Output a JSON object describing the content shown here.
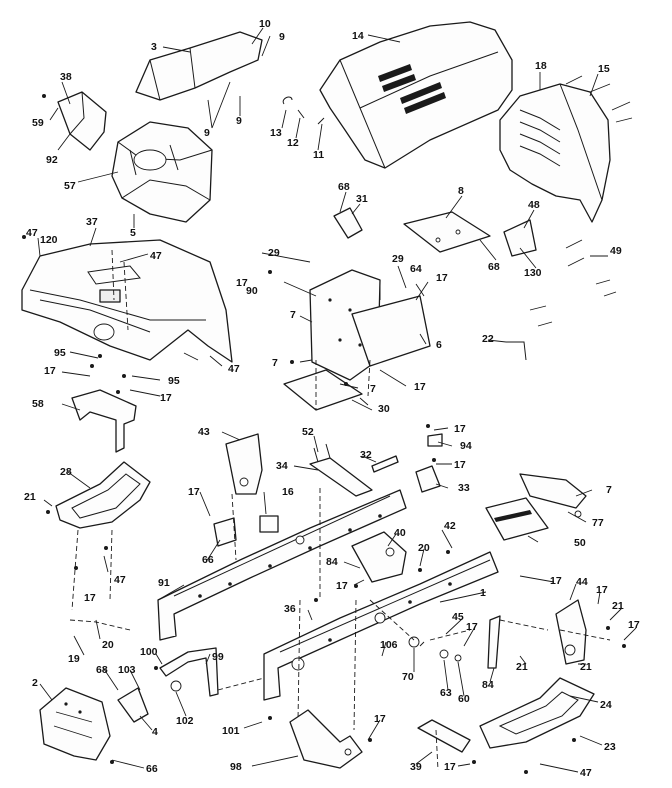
{
  "callouts": [
    {
      "id": "c3",
      "text": "3"
    },
    {
      "id": "c10",
      "text": "10"
    },
    {
      "id": "c9a",
      "text": "9"
    },
    {
      "id": "c9b",
      "text": "9"
    },
    {
      "id": "c9c",
      "text": "9"
    },
    {
      "id": "c14",
      "text": "14"
    },
    {
      "id": "c18",
      "text": "18"
    },
    {
      "id": "c15",
      "text": "15"
    },
    {
      "id": "c38",
      "text": "38"
    },
    {
      "id": "c59",
      "text": "59"
    },
    {
      "id": "c92",
      "text": "92"
    },
    {
      "id": "c57",
      "text": "57"
    },
    {
      "id": "c5",
      "text": "5"
    },
    {
      "id": "c13",
      "text": "13"
    },
    {
      "id": "c12",
      "text": "12"
    },
    {
      "id": "c11",
      "text": "11"
    },
    {
      "id": "c68a",
      "text": "68"
    },
    {
      "id": "c31",
      "text": "31"
    },
    {
      "id": "c8",
      "text": "8"
    },
    {
      "id": "c48",
      "text": "48"
    },
    {
      "id": "c130",
      "text": "130"
    },
    {
      "id": "c49",
      "text": "49"
    },
    {
      "id": "c68b",
      "text": "68"
    },
    {
      "id": "c47a",
      "text": "47"
    },
    {
      "id": "c120",
      "text": "120"
    },
    {
      "id": "c37",
      "text": "37"
    },
    {
      "id": "c47b",
      "text": "47"
    },
    {
      "id": "c29a",
      "text": "29"
    },
    {
      "id": "c29b",
      "text": "29"
    },
    {
      "id": "c64",
      "text": "64"
    },
    {
      "id": "c17a",
      "text": "17"
    },
    {
      "id": "c17b",
      "text": "17"
    },
    {
      "id": "c90",
      "text": "90"
    },
    {
      "id": "c7a",
      "text": "7"
    },
    {
      "id": "c6",
      "text": "6"
    },
    {
      "id": "c22",
      "text": "22"
    },
    {
      "id": "c95a",
      "text": "95"
    },
    {
      "id": "c17c",
      "text": "17"
    },
    {
      "id": "c95b",
      "text": "95"
    },
    {
      "id": "c47c",
      "text": "47"
    },
    {
      "id": "c7b",
      "text": "7"
    },
    {
      "id": "c7c",
      "text": "7"
    },
    {
      "id": "c17d",
      "text": "17"
    },
    {
      "id": "c17e",
      "text": "17"
    },
    {
      "id": "c58",
      "text": "58"
    },
    {
      "id": "c30",
      "text": "30"
    },
    {
      "id": "c43",
      "text": "43"
    },
    {
      "id": "c52",
      "text": "52"
    },
    {
      "id": "c32",
      "text": "32"
    },
    {
      "id": "c17f",
      "text": "17"
    },
    {
      "id": "c94",
      "text": "94"
    },
    {
      "id": "c34",
      "text": "34"
    },
    {
      "id": "c17g",
      "text": "17"
    },
    {
      "id": "c28",
      "text": "28"
    },
    {
      "id": "c33",
      "text": "33"
    },
    {
      "id": "c7d",
      "text": "7"
    },
    {
      "id": "c21a",
      "text": "21"
    },
    {
      "id": "c17h",
      "text": "17"
    },
    {
      "id": "c16",
      "text": "16"
    },
    {
      "id": "c77",
      "text": "77"
    },
    {
      "id": "c42",
      "text": "42"
    },
    {
      "id": "c40",
      "text": "40"
    },
    {
      "id": "c66",
      "text": "66"
    },
    {
      "id": "c50",
      "text": "50"
    },
    {
      "id": "c47d",
      "text": "47"
    },
    {
      "id": "c20a",
      "text": "20"
    },
    {
      "id": "c84a",
      "text": "84"
    },
    {
      "id": "c17i",
      "text": "17"
    },
    {
      "id": "c17j",
      "text": "17"
    },
    {
      "id": "c91",
      "text": "91"
    },
    {
      "id": "c17k",
      "text": "17"
    },
    {
      "id": "c44",
      "text": "44"
    },
    {
      "id": "c1",
      "text": "1"
    },
    {
      "id": "c17l",
      "text": "17"
    },
    {
      "id": "c21b",
      "text": "21"
    },
    {
      "id": "c36",
      "text": "36"
    },
    {
      "id": "c45",
      "text": "45"
    },
    {
      "id": "c17m",
      "text": "17"
    },
    {
      "id": "c17n",
      "text": "17"
    },
    {
      "id": "c20b",
      "text": "20"
    },
    {
      "id": "c19",
      "text": "19"
    },
    {
      "id": "c106",
      "text": "106"
    },
    {
      "id": "c100",
      "text": "100"
    },
    {
      "id": "c99",
      "text": "99"
    },
    {
      "id": "c21c",
      "text": "21"
    },
    {
      "id": "c21d",
      "text": "21"
    },
    {
      "id": "c2",
      "text": "2"
    },
    {
      "id": "c68c",
      "text": "68"
    },
    {
      "id": "c103",
      "text": "103"
    },
    {
      "id": "c70",
      "text": "70"
    },
    {
      "id": "c63",
      "text": "63"
    },
    {
      "id": "c60",
      "text": "60"
    },
    {
      "id": "c84b",
      "text": "84"
    },
    {
      "id": "c24",
      "text": "24"
    },
    {
      "id": "c4",
      "text": "4"
    },
    {
      "id": "c102",
      "text": "102"
    },
    {
      "id": "c101",
      "text": "101"
    },
    {
      "id": "c17o",
      "text": "17"
    },
    {
      "id": "c23",
      "text": "23"
    },
    {
      "id": "c98",
      "text": "98"
    },
    {
      "id": "c39",
      "text": "39"
    },
    {
      "id": "c17p",
      "text": "17"
    },
    {
      "id": "c47e",
      "text": "47"
    },
    {
      "id": "c66b",
      "text": "66"
    }
  ]
}
